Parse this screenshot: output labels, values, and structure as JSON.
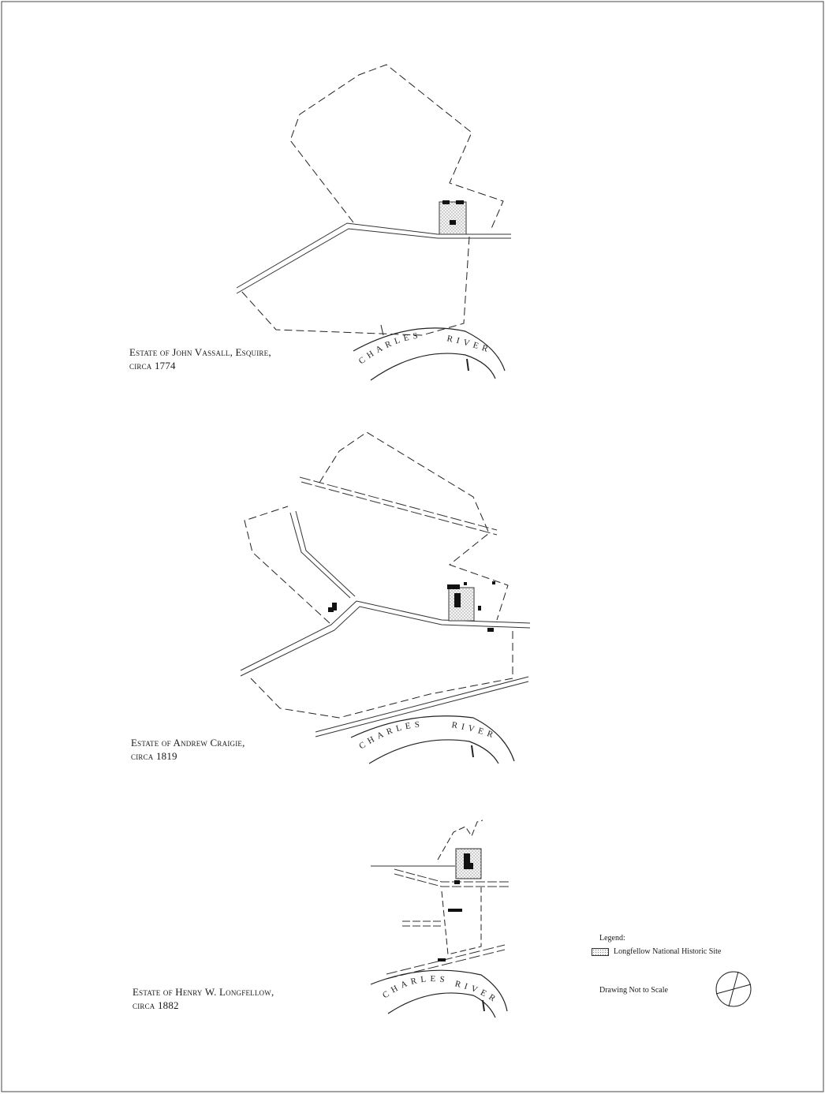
{
  "maps": [
    {
      "caption_line1": "Estate of John Vassall, Esquire,",
      "caption_line2": "circa 1774"
    },
    {
      "caption_line1": "Estate of Andrew Craigie,",
      "caption_line2": "circa 1819"
    },
    {
      "caption_line1": "Estate of Henry W. Longfellow,",
      "caption_line2": "circa 1882"
    }
  ],
  "river_word1": "CHARLES",
  "river_word2": "RIVER",
  "legend": {
    "title": "Legend:",
    "item_label": "Longfellow National Historic Site"
  },
  "scale_note": "Drawing Not to Scale",
  "icons": [
    "north-arrow-icon",
    "site-pattern-swatch"
  ]
}
